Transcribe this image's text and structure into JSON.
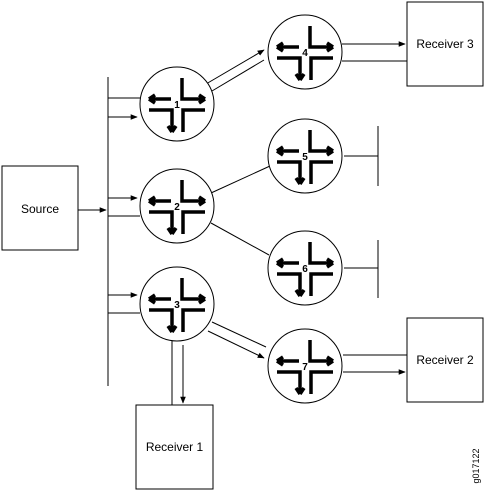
{
  "boxes": {
    "source": "Source",
    "receiver1": "Receiver 1",
    "receiver2": "Receiver 2",
    "receiver3": "Receiver 3"
  },
  "routers": {
    "r1": "1",
    "r2": "2",
    "r3": "3",
    "r4": "4",
    "r5": "5",
    "r6": "6",
    "r7": "7"
  },
  "figure_id": "g017122"
}
